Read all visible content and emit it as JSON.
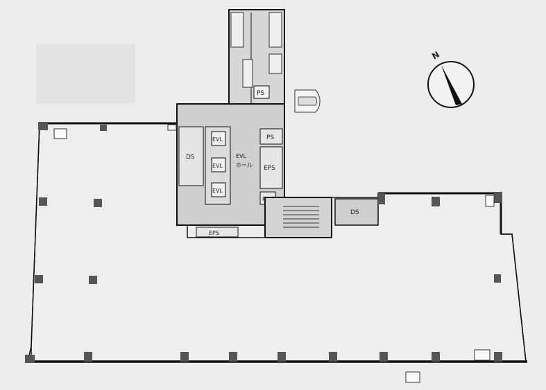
{
  "labels": {
    "ds_left": "DS",
    "evl_1": "EVL",
    "evl_2": "EVL",
    "evl_3": "EVL",
    "evl_hall_1": "EVL",
    "evl_hall_2": "ホール",
    "ps_upper": "PS",
    "ps_mid": "PS",
    "ps_lower": "PS",
    "eps_right": "EPS",
    "eps_bottom": "EPS",
    "ds_right": "DS",
    "compass_n": "N"
  },
  "colors": {
    "background": "#ededed",
    "floor": "#eeeeee",
    "core": "#cfcfcf",
    "wall": "#111111",
    "column": "#555555"
  }
}
